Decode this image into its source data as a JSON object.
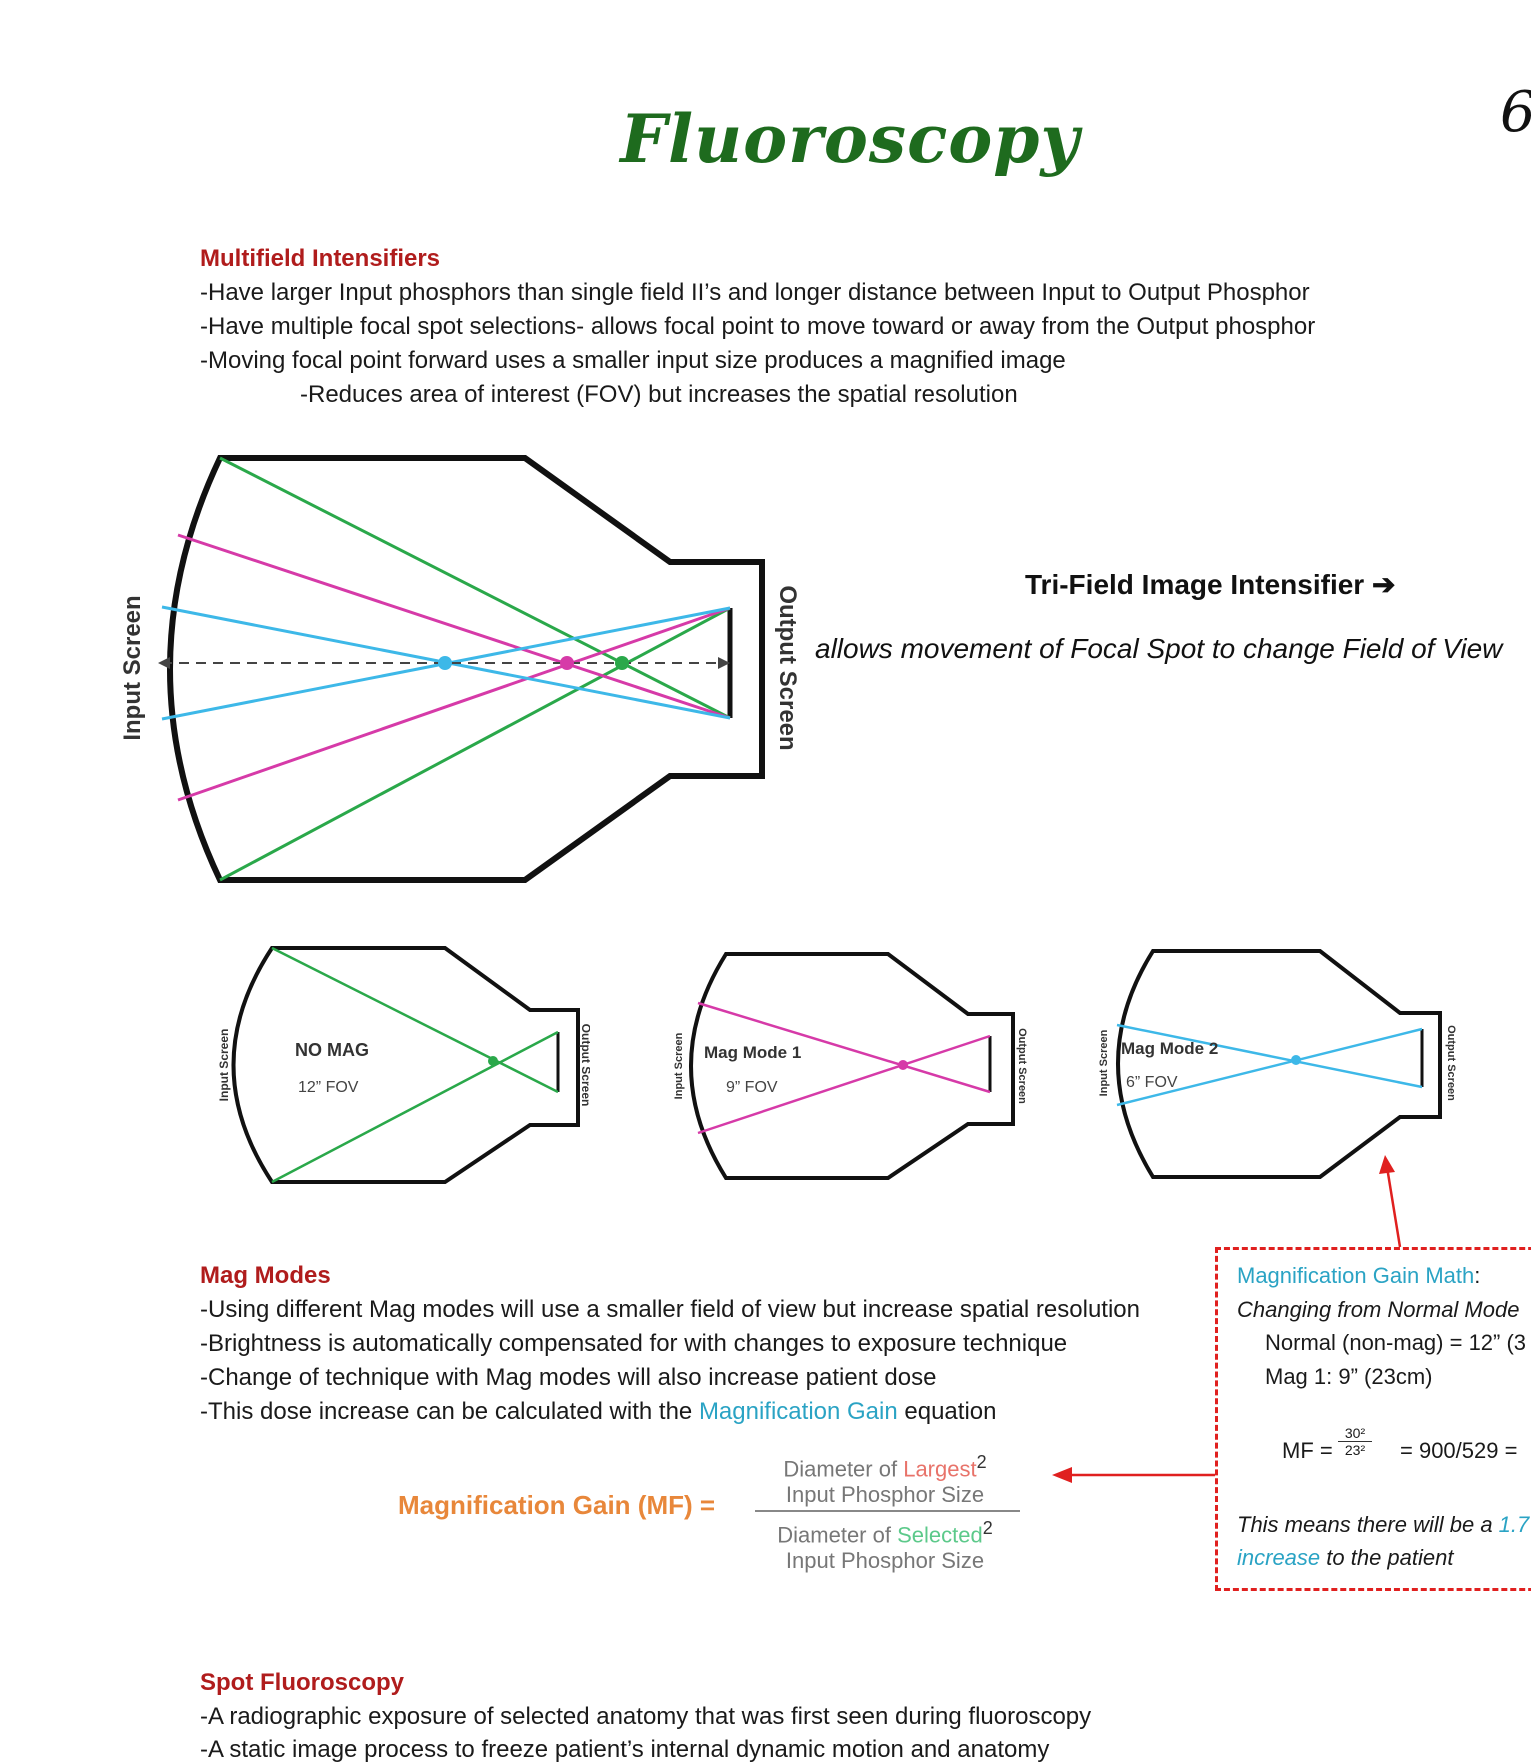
{
  "page_number": "6",
  "title": "Fluoroscopy",
  "multifield": {
    "heading": "Multifield Intensifiers",
    "lines": [
      "-Have larger Input phosphors than single field II’s and longer distance between Input to Output Phosphor",
      "-Have multiple focal spot selections- allows focal point to move toward or away from the Output phosphor",
      "-Moving focal point forward uses a smaller input size produces a magnified image",
      "-Reduces area of interest (FOV) but increases the spatial resolution"
    ]
  },
  "diagram": {
    "input_label": "Input Screen",
    "output_label": "Output Screen",
    "colors": {
      "green": "#2aa84a",
      "pink": "#d63aa8",
      "blue": "#3db8e8",
      "outline": "#111111"
    }
  },
  "tri_field": {
    "title": "Tri-Field Image Intensifier",
    "arrow": "arrow-right-icon",
    "subtitle": "allows movement of Focal Spot to change Field of View"
  },
  "small_diagrams": [
    {
      "mode": "NO MAG",
      "fov": "12” FOV",
      "input": "Input Screen",
      "output": "Output Screen"
    },
    {
      "mode": "Mag Mode 1",
      "fov": "9” FOV",
      "input": "Input Screen",
      "output": "Output Screen"
    },
    {
      "mode": "Mag Mode 2",
      "fov": "6” FOV",
      "input": "Input Screen",
      "output": "Output Screen"
    }
  ],
  "mag_modes": {
    "heading": "Mag Modes",
    "line1": "-Using different Mag modes will use a smaller field of view but increase spatial resolution",
    "line2": "-Brightness is automatically compensated for with changes to exposure technique",
    "line3": "-Change of technique with Mag modes will also increase patient dose",
    "line4_prefix": "-This dose increase can be calculated with the ",
    "line4_link": "Magnification Gain",
    "line4_suffix": " equation"
  },
  "formula": {
    "label": "Magnification Gain (MF) =",
    "num_prefix": "Diameter of ",
    "num_highlight": "Largest",
    "num_line2": "Input Phosphor Size",
    "den_prefix": "Diameter of ",
    "den_highlight": "Selected",
    "den_line2": "Input Phosphor Size",
    "exponent": "2"
  },
  "math_box": {
    "title": "Magnification Gain Math",
    "title_colon": ":",
    "subtitle": "Changing from Normal Mode",
    "normal": "Normal (non-mag) = 12” (3",
    "mag1": "Mag 1:  9” (23cm)",
    "mf_prefix": "MF =",
    "mf_num": "30²",
    "mf_den": "23²",
    "mf_result": "=   900/529 =",
    "conclusion_prefix": "This means there will be a ",
    "conclusion_highlight": "1.7",
    "conclusion_line2_highlight": "increase",
    "conclusion_line2_suffix": " to the patient"
  },
  "spot": {
    "heading": "Spot Fluoroscopy",
    "line1": "-A radiographic exposure of selected anatomy that was first seen during fluoroscopy",
    "line2": "-A static image process to freeze patient’s internal dynamic motion and anatomy"
  }
}
